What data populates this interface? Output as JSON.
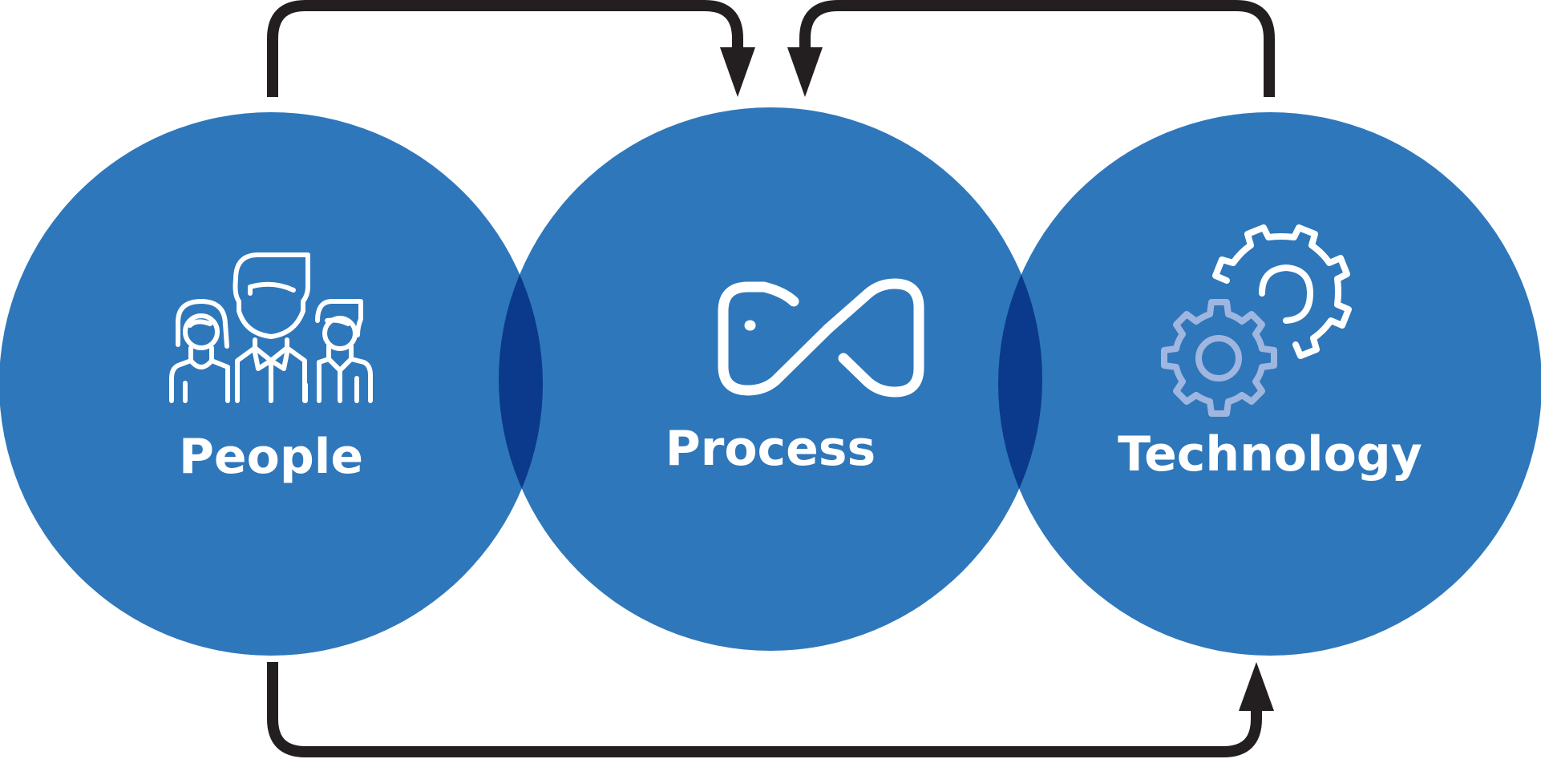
{
  "diagram": {
    "nodes": [
      {
        "id": "people",
        "label": "People",
        "icon": "people-group-icon"
      },
      {
        "id": "process",
        "label": "Process",
        "icon": "infinity-loop-icon"
      },
      {
        "id": "technology",
        "label": "Technology",
        "icon": "gears-icon"
      }
    ],
    "edges": [
      {
        "from": "people",
        "to": "process",
        "route": "top"
      },
      {
        "from": "technology",
        "to": "process",
        "route": "top"
      },
      {
        "from": "people",
        "to": "technology",
        "route": "bottom"
      }
    ]
  },
  "colors": {
    "circle_fill": "#2f77bb",
    "overlap_fill": "#0b3a8c",
    "arrow": "#231f20",
    "icon_primary": "#ffffff",
    "icon_secondary": "#9fb6e0"
  }
}
